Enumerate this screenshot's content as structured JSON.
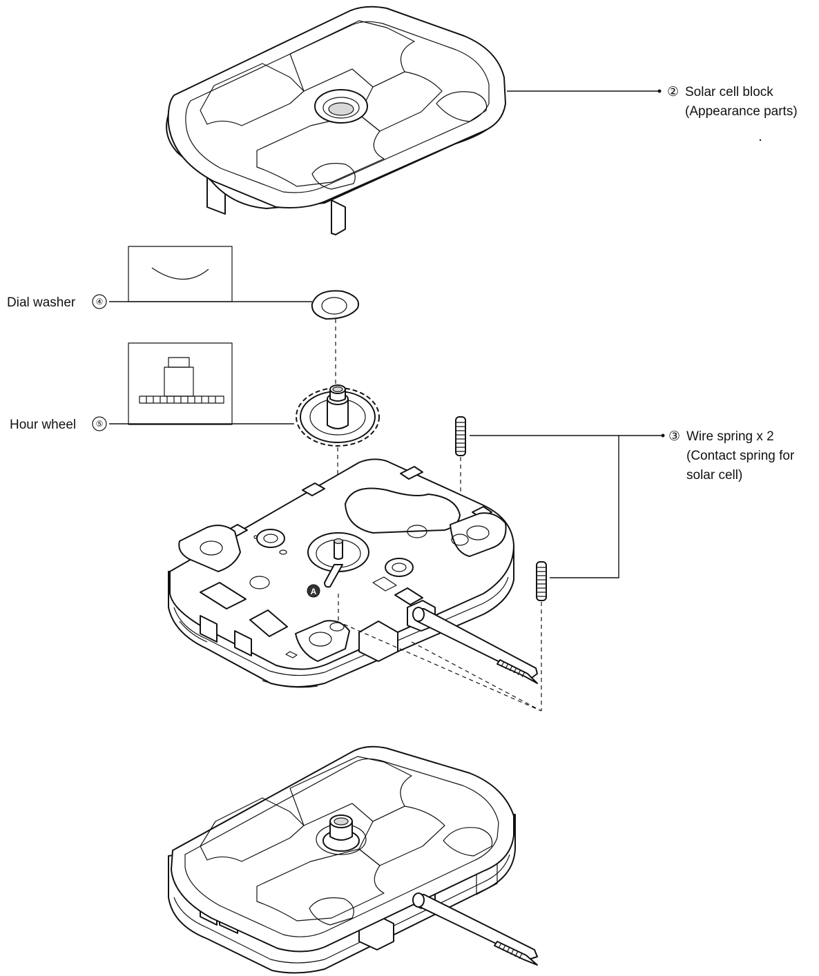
{
  "labels": {
    "solar_cell_block": {
      "number": "②",
      "line1": "Solar cell block",
      "line2": "(Appearance parts)"
    },
    "dial_washer": {
      "text": "Dial washer",
      "number": "④"
    },
    "hour_wheel": {
      "text": "Hour wheel",
      "number": "⑤"
    },
    "wire_spring": {
      "number": "③",
      "line1": "Wire spring x 2",
      "line2": "(Contact spring for",
      "line3": "solar cell)"
    },
    "marker_a": "A"
  }
}
